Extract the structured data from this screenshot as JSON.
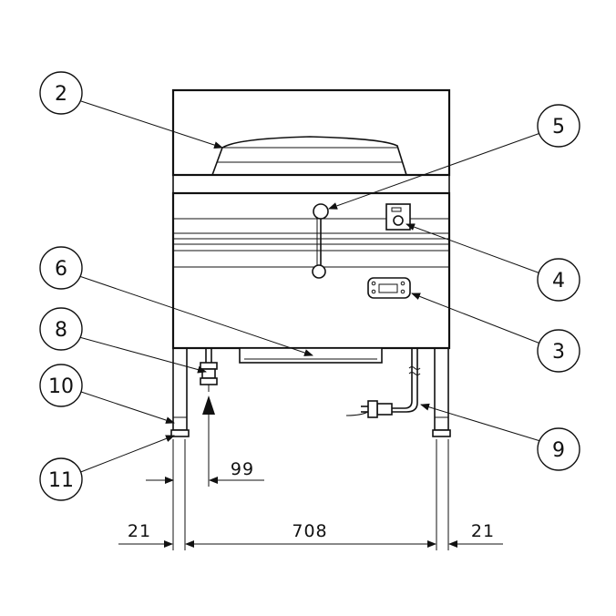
{
  "callouts": [
    {
      "label": "2"
    },
    {
      "label": "5"
    },
    {
      "label": "4"
    },
    {
      "label": "6"
    },
    {
      "label": "3"
    },
    {
      "label": "8"
    },
    {
      "label": "10"
    },
    {
      "label": "9"
    },
    {
      "label": "11"
    }
  ],
  "dimensions": {
    "inlet_offset": "99",
    "left_leg": "21",
    "width_between": "708",
    "right_leg": "21"
  },
  "colors": {
    "line": "#111111",
    "background": "#ffffff"
  }
}
